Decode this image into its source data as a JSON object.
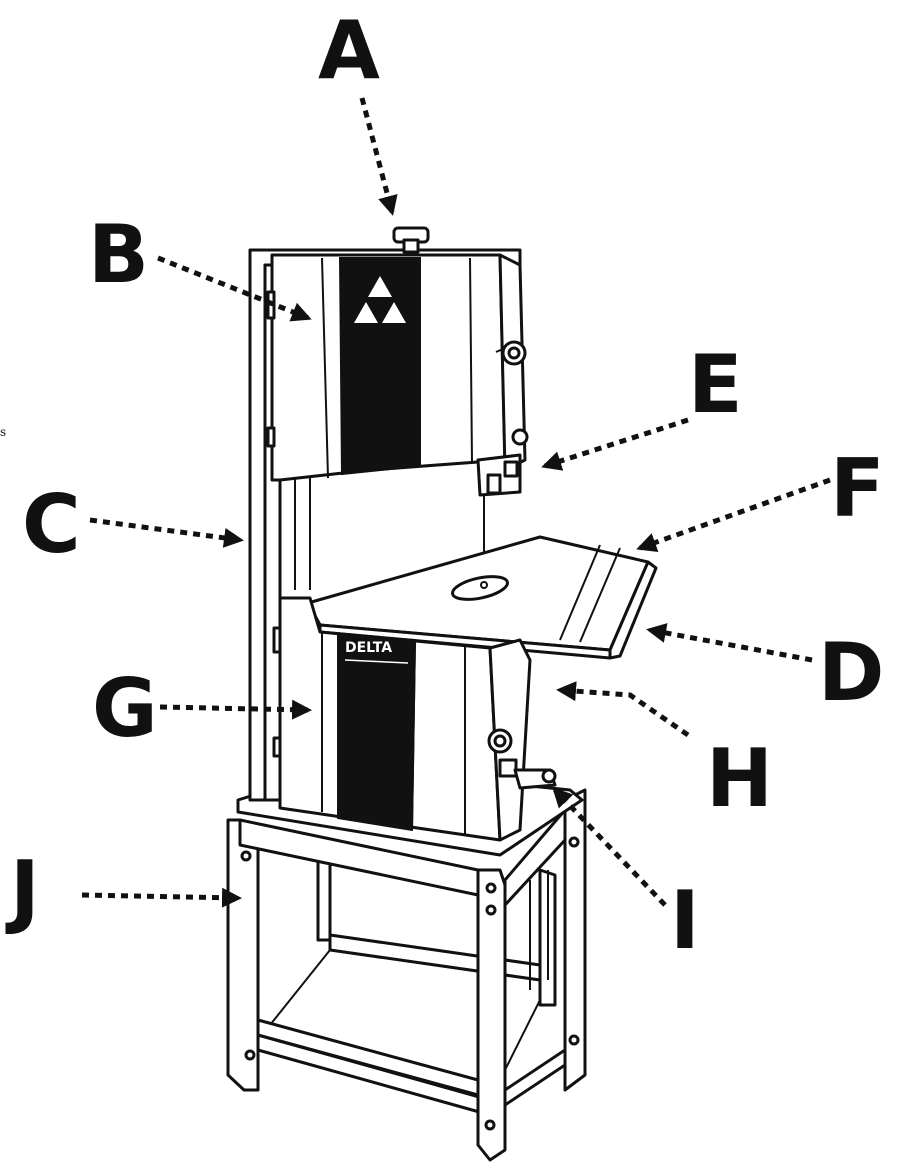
{
  "diagram": {
    "brand_text": "DELTA",
    "stray_mark": "s",
    "colors": {
      "ink": "#111111",
      "paper": "#ffffff"
    },
    "callouts": [
      {
        "id": "A",
        "label": "A"
      },
      {
        "id": "B",
        "label": "B"
      },
      {
        "id": "C",
        "label": "C"
      },
      {
        "id": "D",
        "label": "D"
      },
      {
        "id": "E",
        "label": "E"
      },
      {
        "id": "F",
        "label": "F"
      },
      {
        "id": "G",
        "label": "G"
      },
      {
        "id": "H",
        "label": "H"
      },
      {
        "id": "I",
        "label": "I"
      },
      {
        "id": "J",
        "label": "J"
      }
    ]
  }
}
